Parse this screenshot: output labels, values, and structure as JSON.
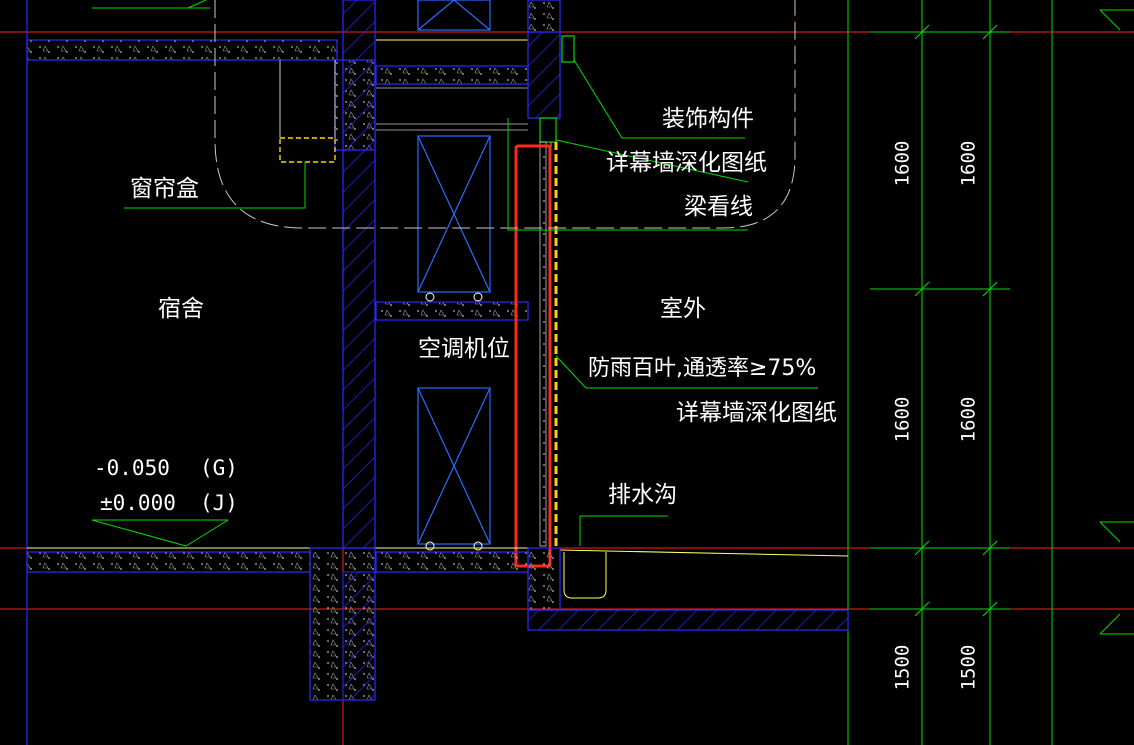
{
  "labels": {
    "curtain_box": "窗帘盒",
    "dormitory": "宿舍",
    "ac_position": "空调机位",
    "outdoor": "室外",
    "decor_component": "装饰构件",
    "curtain_wall_ref_1": "详幕墙深化图纸",
    "beam_line": "梁看线",
    "louver": "防雨百叶,通透率≥75%",
    "curtain_wall_ref_2": "详幕墙深化图纸",
    "drain": "排水沟"
  },
  "elevations": {
    "e1_value": "-0.050",
    "e1_tag": "(G)",
    "e2_value": "±0.000",
    "e2_tag": "(J)"
  },
  "dimensions": {
    "d1": "1600",
    "d2": "1600",
    "d3": "1600",
    "d4": "1600",
    "d5": "1500",
    "d6": "1500"
  },
  "colors": {
    "background": "#000000",
    "wall": "#2a2aff",
    "grid": "#00dd00",
    "axis": "#ff2020",
    "highlight": "#ff2a1a",
    "louver": "#ffd200",
    "text": "#ffffff",
    "beam": "#c8c8c8"
  }
}
